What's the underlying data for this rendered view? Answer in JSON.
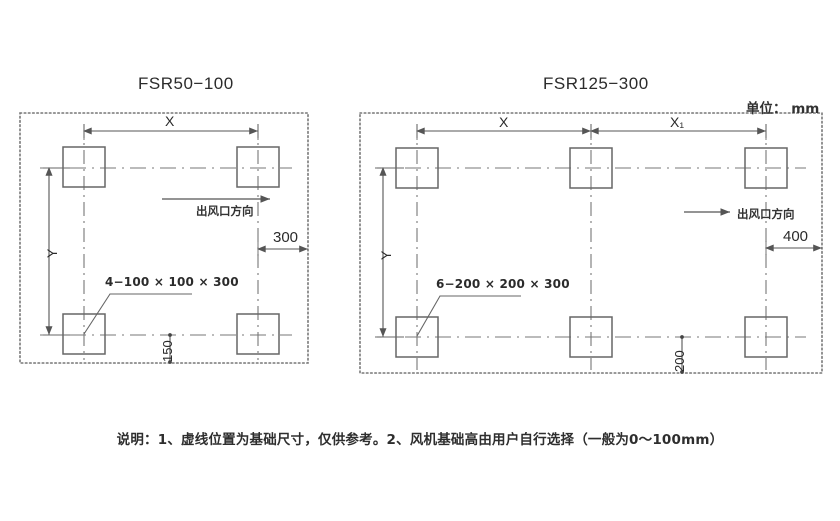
{
  "page": {
    "background": "#ffffff",
    "line_color": "#555555",
    "text_color": "#2b2b2b"
  },
  "diagrams": [
    {
      "id": "fsr50-100",
      "title": "FSR50−100",
      "dim_x_label": "X",
      "dim_y_label": "Y",
      "airflow_label": "出风口方向",
      "edge_dim": "300",
      "bottom_dim": "150",
      "anchor_note": "4−100 × 100 × 300",
      "pad_count": 4
    },
    {
      "id": "fsr125-300",
      "title": "FSR125−300",
      "dim_x_label": "X",
      "dim_x1_label": "X₁",
      "dim_y_label": "Y",
      "airflow_label": "出风口方向",
      "edge_dim": "400",
      "bottom_dim": "200",
      "anchor_note": "6−200 × 200 × 300",
      "pad_count": 6
    }
  ],
  "unit_note": "单位： mm",
  "caption": "说明：1、虚线位置为基础尺寸，仅供参考。2、风机基础高由用户自行选择（一般为0～100mm）"
}
